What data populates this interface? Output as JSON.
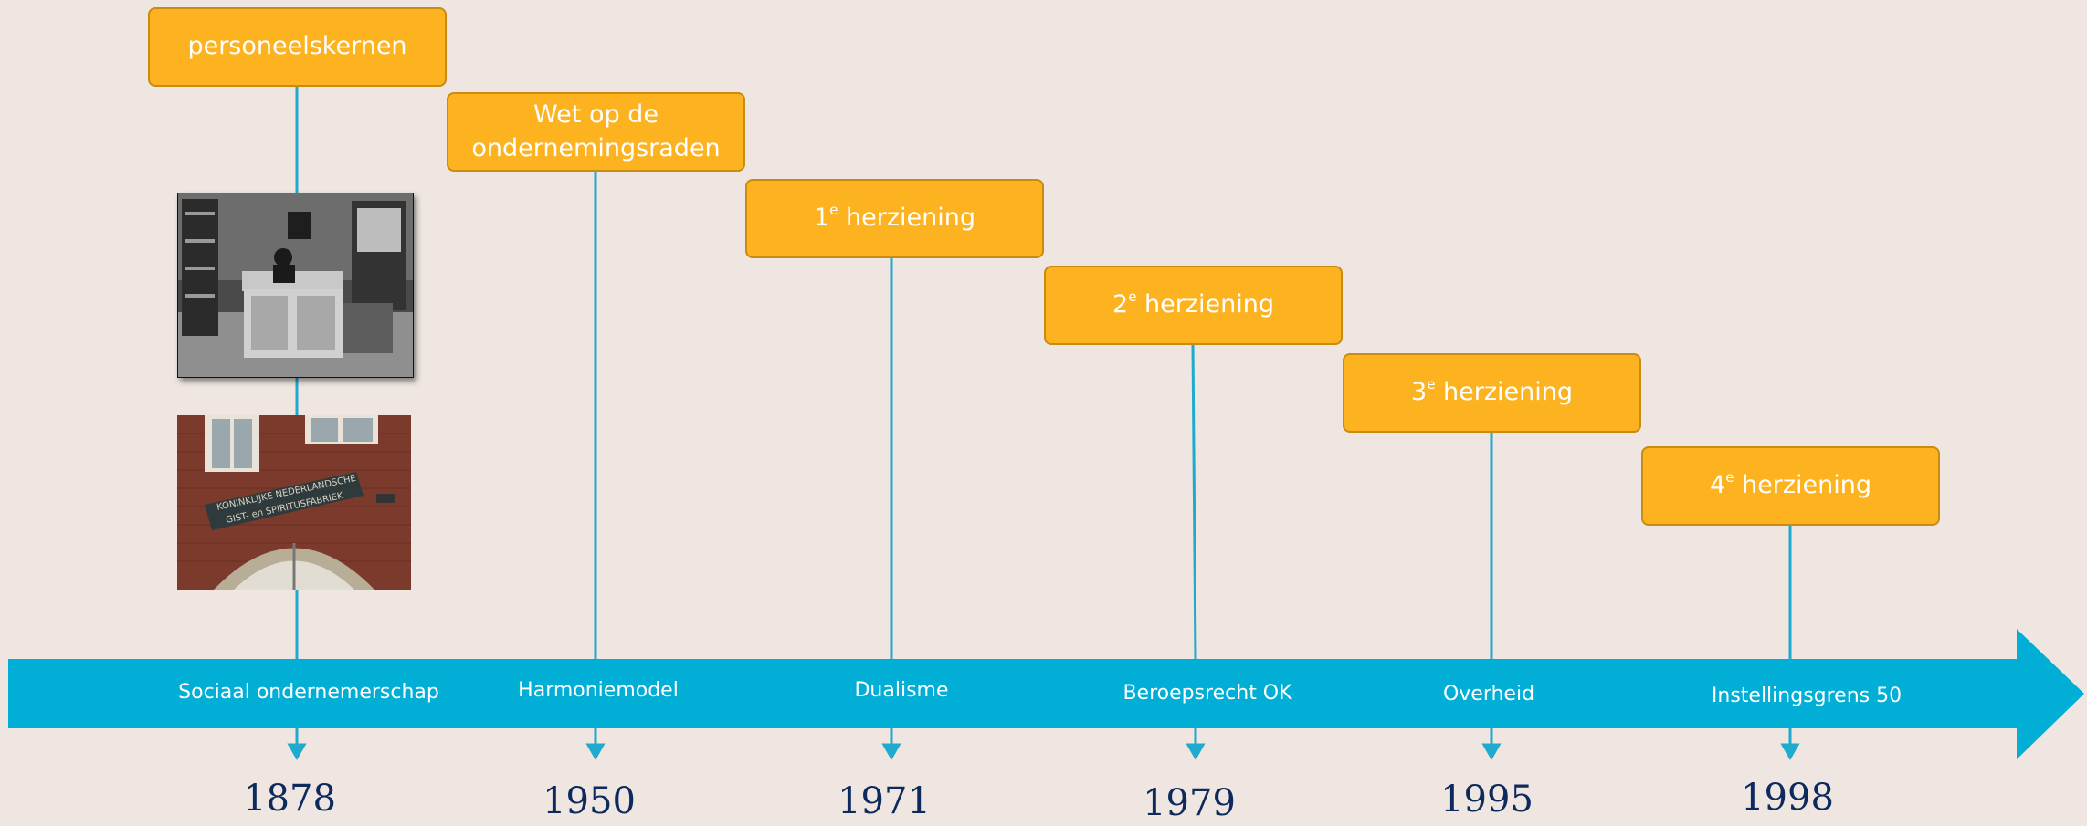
{
  "colors": {
    "background": "#efe6e1",
    "arrow": "#00aed6",
    "connector": "#1faad0",
    "event_box": "#fdb21f",
    "year_text": "#0c2a5c"
  },
  "events": [
    {
      "text": "personeelskernen"
    },
    {
      "line1": "Wet op de",
      "line2": "ondernemingsraden"
    },
    {
      "num": "1",
      "sup": "e",
      "text": " herziening"
    },
    {
      "num": "2",
      "sup": "e",
      "text": " herziening"
    },
    {
      "num": "3",
      "sup": "e",
      "text": " herziening"
    },
    {
      "num": "4",
      "sup": "e",
      "text": " herziening"
    }
  ],
  "axis_labels": [
    "Sociaal ondernemerschap",
    "Harmoniemodel",
    "Dualisme",
    "Beroepsrecht OK",
    "Overheid",
    "Instellingsgrens 50"
  ],
  "years": [
    "1878",
    "1950",
    "1971",
    "1979",
    "1995",
    "1998"
  ],
  "photos": {
    "sign_line1": "KONINKLIJKE NEDERLANDSCHE",
    "sign_line2": "GIST- en SPIRITUSFABRIEK"
  }
}
